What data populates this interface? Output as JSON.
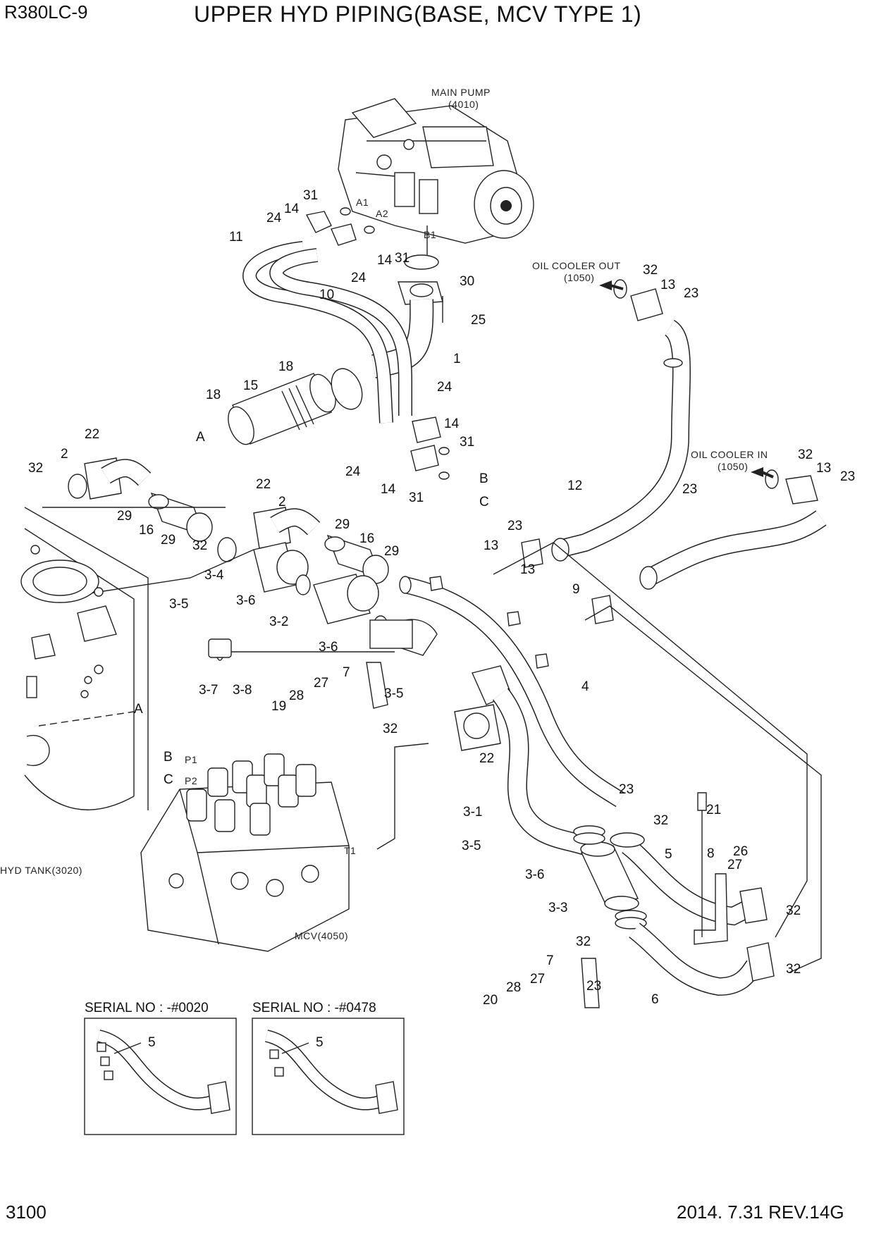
{
  "header": {
    "model": "R380LC-9",
    "title": "UPPER HYD PIPING(BASE, MCV TYPE 1)"
  },
  "footer": {
    "page_number": "3100",
    "revision": "2014. 7.31  REV.14G"
  },
  "component_labels": {
    "main_pump_name": "MAIN PUMP",
    "main_pump_code": "(4010)",
    "oil_cooler_out_name": "OIL COOLER OUT",
    "oil_cooler_out_code": "(1050)",
    "oil_cooler_in_name": "OIL COOLER IN",
    "oil_cooler_in_code": "(1050)",
    "hyd_tank": "HYD TANK(3020)",
    "mcv": "MCV(4050)"
  },
  "port_labels": [
    "A1",
    "A2",
    "B1",
    "P1",
    "P2",
    "T1"
  ],
  "reference_letters": [
    "A",
    "A",
    "B",
    "B",
    "C",
    "C"
  ],
  "part_callouts": [
    "31",
    "24",
    "14",
    "11",
    "14",
    "31",
    "24",
    "10",
    "30",
    "25",
    "1",
    "18",
    "15",
    "18",
    "A",
    "24",
    "14",
    "31",
    "24",
    "14",
    "B",
    "31",
    "C",
    "22",
    "2",
    "32",
    "29",
    "16",
    "29",
    "22",
    "2",
    "32",
    "3-4",
    "3-5",
    "29",
    "16",
    "29",
    "3-6",
    "3-2",
    "3-6",
    "3-7",
    "3-8",
    "7",
    "27",
    "28",
    "19",
    "3-5",
    "32",
    "22",
    "B",
    "C",
    "A",
    "32",
    "13",
    "23",
    "12",
    "13",
    "23",
    "23",
    "13",
    "9",
    "32",
    "13",
    "23",
    "4",
    "23",
    "32",
    "21",
    "3-1",
    "3-5",
    "3-6",
    "3-3",
    "32",
    "5",
    "8",
    "26",
    "27",
    "32",
    "32",
    "7",
    "27",
    "28",
    "20",
    "23",
    "6",
    "5",
    "5"
  ],
  "insets": [
    {
      "serial": "SERIAL NO : -#0020",
      "part": "5"
    },
    {
      "serial": "SERIAL NO : -#0478",
      "part": "5"
    }
  ]
}
